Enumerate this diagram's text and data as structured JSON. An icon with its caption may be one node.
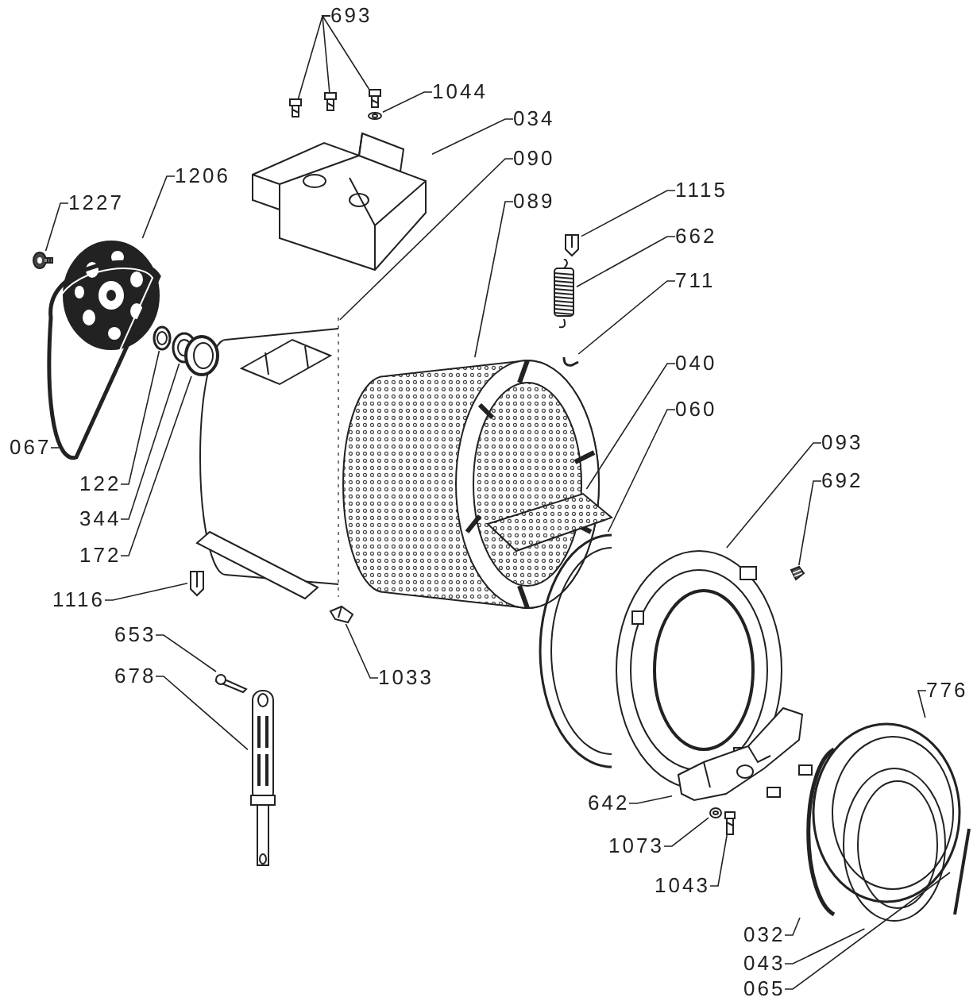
{
  "diagram": {
    "nodes": [
      {
        "text": [
          "693"
        ]
      },
      {
        "text": [],
        "shape": "picture"
      },
      {
        "text": [],
        "shape": "picture"
      },
      {
        "text": [],
        "shape": "picture"
      },
      {
        "text": [
          "1044"
        ]
      },
      {
        "text": [],
        "shape": "picture"
      },
      {
        "text": [
          "034"
        ]
      },
      {
        "text": [],
        "shape": "picture"
      },
      {
        "text": [
          "090"
        ]
      },
      {
        "text": [],
        "shape": "picture"
      },
      {
        "text": [
          "089"
        ]
      },
      {
        "text": [],
        "shape": "picture"
      },
      {
        "text": [
          "1206"
        ]
      },
      {
        "text": [],
        "shape": "picture"
      },
      {
        "text": [
          "1227"
        ]
      },
      {
        "text": [],
        "shape": "picture"
      },
      {
        "text": [
          "1115"
        ]
      },
      {
        "text": [],
        "shape": "picture"
      },
      {
        "text": [
          "662"
        ]
      },
      {
        "text": [],
        "shape": "picture"
      },
      {
        "text": [
          "711"
        ]
      },
      {
        "text": [],
        "shape": "picture"
      },
      {
        "text": [
          "040"
        ]
      },
      {
        "text": [],
        "shape": "picture"
      },
      {
        "text": [
          "060"
        ]
      },
      {
        "text": [],
        "shape": "picture"
      },
      {
        "text": [
          "093"
        ]
      },
      {
        "text": [],
        "shape": "picture"
      },
      {
        "text": [
          "692"
        ]
      },
      {
        "text": [],
        "shape": "picture"
      },
      {
        "text": [
          "067"
        ]
      },
      {
        "text": [],
        "shape": "picture"
      },
      {
        "text": [
          "122"
        ]
      },
      {
        "text": [],
        "shape": "picture"
      },
      {
        "text": [
          "344"
        ]
      },
      {
        "text": [],
        "shape": "picture"
      },
      {
        "text": [
          "172"
        ]
      },
      {
        "text": [],
        "shape": "picture"
      },
      {
        "text": [
          "1116"
        ]
      },
      {
        "text": [],
        "shape": "picture"
      },
      {
        "text": [
          "653"
        ]
      },
      {
        "text": [],
        "shape": "picture"
      },
      {
        "text": [
          "678"
        ]
      },
      {
        "text": [],
        "shape": "picture"
      },
      {
        "text": [
          "1033"
        ]
      },
      {
        "text": [],
        "shape": "picture"
      },
      {
        "text": [
          "776"
        ]
      },
      {
        "text": [],
        "shape": "picture"
      },
      {
        "text": [
          "642"
        ]
      },
      {
        "text": [],
        "shape": "picture"
      },
      {
        "text": [
          "1073"
        ]
      },
      {
        "text": [],
        "shape": "picture"
      },
      {
        "text": [
          "1043"
        ]
      },
      {
        "text": [],
        "shape": "picture"
      },
      {
        "text": [
          "032"
        ]
      },
      {
        "text": [],
        "shape": "picture"
      },
      {
        "text": [
          "043"
        ]
      },
      {
        "text": [],
        "shape": "picture"
      },
      {
        "text": [
          "065"
        ]
      },
      {
        "text": [],
        "shape": "picture"
      }
    ],
    "edges": [
      {
        "from": 0,
        "to": 1,
        "arrow": "none"
      },
      {
        "from": 0,
        "to": 2,
        "arrow": "none"
      },
      {
        "from": 0,
        "to": 3,
        "arrow": "none"
      },
      {
        "from": 4,
        "to": 5,
        "arrow": "none"
      },
      {
        "from": 6,
        "to": 7,
        "arrow": "none"
      },
      {
        "from": 8,
        "to": 9,
        "arrow": "none"
      },
      {
        "from": 10,
        "to": 11,
        "arrow": "none"
      },
      {
        "from": 12,
        "to": 13,
        "arrow": "none"
      },
      {
        "from": 14,
        "to": 15,
        "arrow": "none"
      },
      {
        "from": 16,
        "to": 17,
        "arrow": "none"
      },
      {
        "from": 18,
        "to": 19,
        "arrow": "none"
      },
      {
        "from": 20,
        "to": 21,
        "arrow": "none"
      },
      {
        "from": 22,
        "to": 23,
        "arrow": "none"
      },
      {
        "from": 24,
        "to": 25,
        "arrow": "none"
      },
      {
        "from": 26,
        "to": 27,
        "arrow": "none"
      },
      {
        "from": 28,
        "to": 29,
        "arrow": "none"
      },
      {
        "from": 30,
        "to": 31,
        "arrow": "none"
      },
      {
        "from": 32,
        "to": 33,
        "arrow": "none"
      },
      {
        "from": 34,
        "to": 35,
        "arrow": "none"
      },
      {
        "from": 36,
        "to": 37,
        "arrow": "none"
      },
      {
        "from": 38,
        "to": 39,
        "arrow": "none"
      },
      {
        "from": 40,
        "to": 41,
        "arrow": "none"
      },
      {
        "from": 42,
        "to": 43,
        "arrow": "none"
      },
      {
        "from": 44,
        "to": 45,
        "arrow": "none"
      },
      {
        "from": 46,
        "to": 47,
        "arrow": "none"
      },
      {
        "from": 48,
        "to": 49,
        "arrow": "none"
      },
      {
        "from": 50,
        "to": 51,
        "arrow": "none"
      },
      {
        "from": 52,
        "to": 53,
        "arrow": "none"
      },
      {
        "from": 54,
        "to": 55,
        "arrow": "none"
      },
      {
        "from": 56,
        "to": 57,
        "arrow": "none"
      },
      {
        "from": 58,
        "to": 59,
        "arrow": "none"
      }
    ]
  }
}
